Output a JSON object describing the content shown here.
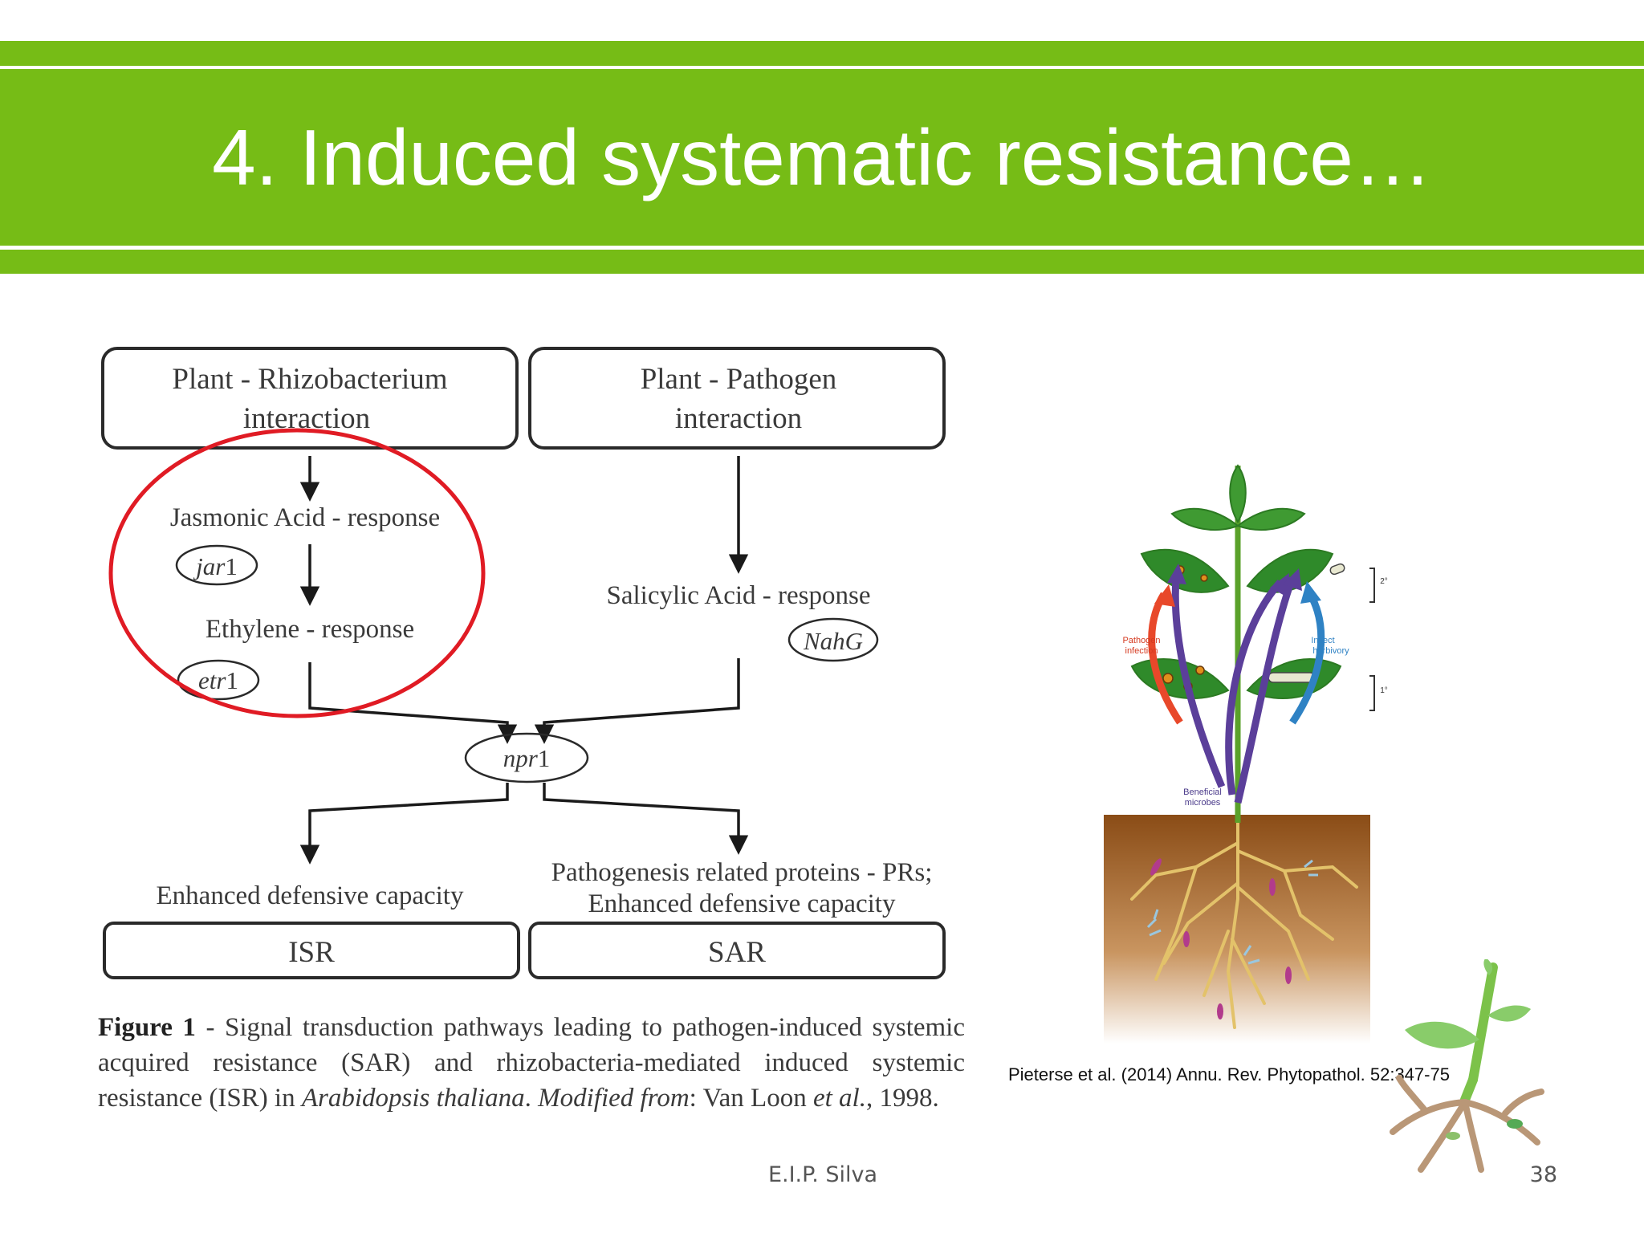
{
  "slide": {
    "title": "4. Induced systematic resistance…",
    "footer_author": "E.I.P. Silva",
    "page_number": "38",
    "accent_color": "#76bc16"
  },
  "diagram": {
    "box_left_line1": "Plant - Rhizobacterium",
    "box_left_line2": "interaction",
    "box_right_line1": "Plant - Pathogen",
    "box_right_line2": "interaction",
    "ja_response": "Jasmonic Acid - response",
    "jar1_italic": "jar",
    "jar1_num": "1",
    "ethylene_response": "Ethylene - response",
    "etr1_italic": "etr",
    "etr1_num": "1",
    "sa_response": "Salicylic Acid - response",
    "nahg": "NahG",
    "npr1_italic": "npr",
    "npr1_num": "1",
    "enhanced_left": "Enhanced defensive capacity",
    "pr_line1": "Pathogenesis related proteins - PRs;",
    "pr_line2": "Enhanced defensive capacity",
    "isr": "ISR",
    "sar": "SAR",
    "highlight_color": "#e01b24"
  },
  "caption": {
    "figure_label": "Figure 1",
    "part1": " - Signal transduction pathways leading to pathogen-induced systemic acquired resistance (SAR) and rhizobacteria-mediated induced systemic resistance (ISR) in ",
    "species": "Arabidopsis thaliana",
    "part2": ". ",
    "modified": "Modified from",
    "part3": ": Van Loon ",
    "etal": "et al.",
    "part4": ", 1998."
  },
  "plant_figure": {
    "label_pathogen_1": "Pathogen",
    "label_pathogen_2": "infection",
    "label_insect_1": "Insect",
    "label_insect_2": "herbivory",
    "label_microbes_1": "Beneficial",
    "label_microbes_2": "microbes",
    "label_secondary": "2°",
    "label_primary": "1°",
    "citation": "Pieterse et al. (2014) Annu. Rev. Phytopathol. 52:347-75"
  }
}
